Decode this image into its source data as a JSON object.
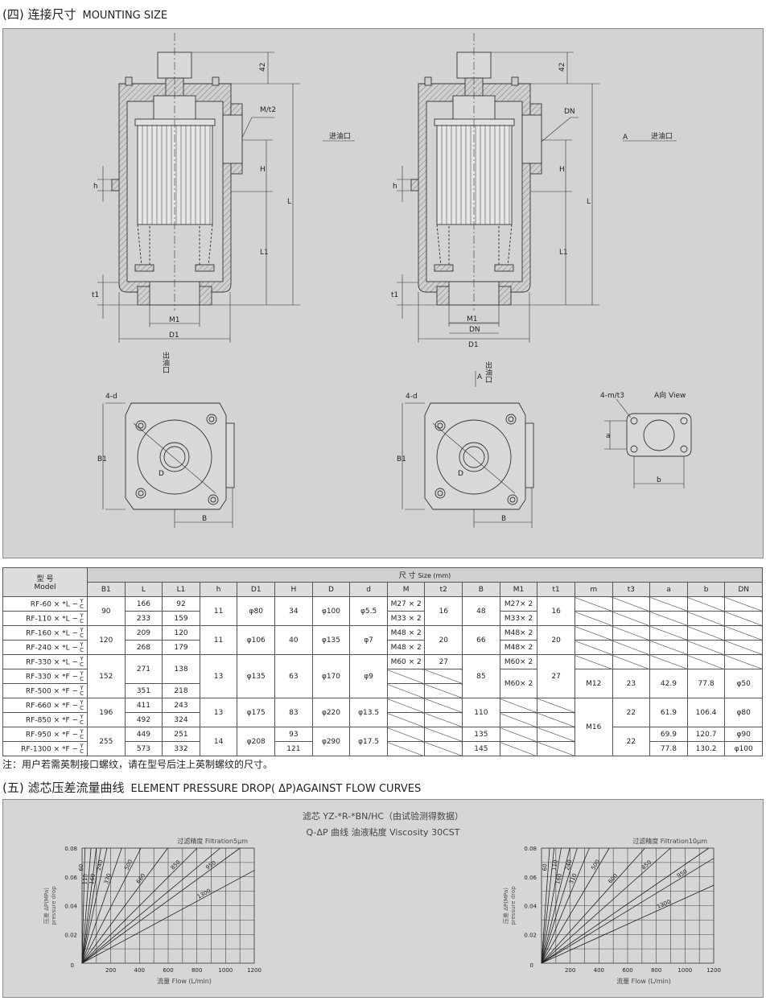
{
  "section4": {
    "title": "(四) 连接尺寸",
    "title_en": "MOUNTING SIZE"
  },
  "drawing": {
    "dim_42": "42",
    "M_t2": "M/t2",
    "DN": "DN",
    "inlet": "进油口",
    "outlet": "出油口",
    "H": "H",
    "L": "L",
    "L1": "L1",
    "h": "h",
    "t1": "t1",
    "M1": "M1",
    "D1": "D1",
    "A": "A",
    "four_d": "4-d",
    "B1": "B1",
    "B": "B",
    "D": "D",
    "four_m_t3": "4-m/t3",
    "a_view": "A向 View",
    "a": "a",
    "b": "b"
  },
  "table": {
    "model_cn": "型 号",
    "model_en": "Model",
    "size_cn": "尺 寸",
    "size_en": "Size (mm)",
    "columns": [
      "B1",
      "L",
      "L1",
      "h",
      "D1",
      "H",
      "D",
      "d",
      "M",
      "t2",
      "B",
      "M1",
      "t1",
      "m",
      "t3",
      "a",
      "b",
      "DN"
    ],
    "rows": [
      {
        "model": "RF-60 × *L −",
        "cells": [
          [
            "90",
            2
          ],
          "166",
          "92",
          [
            "11",
            2
          ],
          [
            "φ80",
            2
          ],
          [
            "34",
            2
          ],
          [
            "φ100",
            2
          ],
          [
            "φ5.5",
            2
          ],
          "M27 × 2",
          [
            "16",
            2
          ],
          [
            "48",
            2
          ],
          "M27× 2",
          [
            "16",
            2
          ],
          "/",
          "/",
          "/",
          "/",
          "/"
        ]
      },
      {
        "model": "RF-110 × *L −",
        "cells": [
          "233",
          "159",
          "M33 × 2",
          "M33× 2",
          "/",
          "/",
          "/",
          "/",
          "/"
        ]
      },
      {
        "model": "RF-160 × *L −",
        "cells": [
          [
            "120",
            2
          ],
          "209",
          "120",
          [
            "11",
            2
          ],
          [
            "φ106",
            2
          ],
          [
            "40",
            2
          ],
          [
            "φ135",
            2
          ],
          [
            "φ7",
            2
          ],
          "M48 × 2",
          [
            "20",
            2
          ],
          [
            "66",
            2
          ],
          "M48× 2",
          [
            "20",
            2
          ],
          "/",
          "/",
          "/",
          "/",
          "/"
        ]
      },
      {
        "model": "RF-240 × *L −",
        "cells": [
          "268",
          "179",
          "M48 × 2",
          "M48× 2",
          "/",
          "/",
          "/",
          "/",
          "/"
        ]
      },
      {
        "model": "RF-330 × *L −",
        "cells": [
          [
            "152",
            3
          ],
          [
            "271",
            2
          ],
          [
            "138",
            2
          ],
          [
            "13",
            3
          ],
          [
            "φ135",
            3
          ],
          [
            "63",
            3
          ],
          [
            "φ170",
            3
          ],
          [
            "φ9",
            3
          ],
          "M60 × 2",
          "27",
          [
            "85",
            3
          ],
          "M60× 2",
          [
            "27",
            3
          ],
          "/",
          "/",
          "/",
          "/",
          "/"
        ]
      },
      {
        "model": "RF-330 × *F −",
        "cells": [
          "/",
          "/",
          [
            "M60× 2",
            2
          ],
          [
            "M12",
            2
          ],
          [
            "23",
            2
          ],
          [
            "42.9",
            2
          ],
          [
            "77.8",
            2
          ],
          [
            "φ50",
            2
          ]
        ]
      },
      {
        "model": "RF-500 × *F −",
        "cells": [
          "351",
          "218",
          "/",
          "/"
        ]
      },
      {
        "model": "RF-660 × *F −",
        "cells": [
          [
            "196",
            2
          ],
          "411",
          "243",
          [
            "13",
            2
          ],
          [
            "φ175",
            2
          ],
          [
            "83",
            2
          ],
          [
            "φ220",
            2
          ],
          [
            "φ13.5",
            2
          ],
          "/",
          "/",
          [
            "110",
            2
          ],
          "/",
          "/",
          [
            "M16",
            4
          ],
          [
            "22",
            2
          ],
          [
            "61.9",
            2
          ],
          [
            "106.4",
            2
          ],
          [
            "φ80",
            2
          ]
        ]
      },
      {
        "model": "RF-850 × *F −",
        "cells": [
          "492",
          "324",
          "/",
          "/",
          "/",
          "/"
        ]
      },
      {
        "model": "RF-950 × *F −",
        "cells": [
          [
            "255",
            2
          ],
          "449",
          "251",
          [
            "14",
            2
          ],
          [
            "φ208",
            2
          ],
          "93",
          [
            "φ290",
            2
          ],
          [
            "φ17.5",
            2
          ],
          "/",
          "/",
          "135",
          "/",
          "/",
          [
            "22",
            2
          ],
          "69.9",
          "120.7",
          "φ90"
        ]
      },
      {
        "model": "RF-1300 × *F −",
        "cells": [
          "573",
          "332",
          "121",
          "/",
          "/",
          "145",
          "/",
          "/",
          "77.8",
          "130.2",
          "φ100"
        ]
      }
    ],
    "suffix_top": "Y",
    "suffix_bottom": "C"
  },
  "note": "注：用户若需英制接口螺纹，请在型号后注上英制螺纹的尺寸。",
  "section5": {
    "title": "(五) 滤芯压差流量曲线",
    "title_en": "ELEMENT PRESSURE DROP( ΔP)AGAINST FLOW CURVES"
  },
  "chart_header": {
    "line1": "滤芯 YZ-*R-*BN/HC（由试验测得数据）",
    "line2": "Q-ΔP 曲线 油液粘度 Viscosity 30CST"
  },
  "chart_data": [
    {
      "type": "line",
      "title": "过滤精度 Filtration5μm",
      "xlabel": "流量 Flow (L/min)",
      "ylabel": "压差 ΔP(MPa)",
      "ylabel2": "pressure drop",
      "xlim": [
        0,
        1200
      ],
      "ylim": [
        0,
        0.08
      ],
      "xticks": [
        "0",
        "200",
        "400",
        "600",
        "800",
        "1000",
        "1200"
      ],
      "yticks": [
        "0",
        "0.02",
        "0.04",
        "0.06",
        "0.08"
      ],
      "grid": true,
      "series": [
        {
          "name": "60",
          "flow_at_0.08": 20
        },
        {
          "name": "110",
          "flow_at_0.08": 62
        },
        {
          "name": "",
          "flow_at_0.08": 99
        },
        {
          "name": "160",
          "flow_at_0.08": 131
        },
        {
          "name": "240",
          "flow_at_0.08": 173
        },
        {
          "name": "330",
          "flow_at_0.08": 276
        },
        {
          "name": "500",
          "flow_at_0.08": 410
        },
        {
          "name": "660",
          "flow_at_0.08": 597
        },
        {
          "name": "850",
          "flow_at_0.08": 802
        },
        {
          "name": "",
          "flow_at_0.08": 963
        },
        {
          "name": "950",
          "flow_at_0.08": 1101
        },
        {
          "name": "1300",
          "flow_at_0.08": 1488
        }
      ]
    },
    {
      "type": "line",
      "title": "过滤精度 Filtration10μm",
      "xlabel": "流量 Flow (L/min)",
      "ylabel": "压差 ΔP(MPa)",
      "ylabel2": "pressure drop",
      "xlim": [
        0,
        1200
      ],
      "ylim": [
        0,
        0.08
      ],
      "xticks": [
        "0",
        "200",
        "400",
        "600",
        "800",
        "1000",
        "1200"
      ],
      "yticks": [
        "0",
        "0.02",
        "0.04",
        "0.06",
        "0.08"
      ],
      "grid": true,
      "series": [
        {
          "name": "60",
          "flow_at_0.08": 56
        },
        {
          "name": "",
          "flow_at_0.08": 88
        },
        {
          "name": "110",
          "flow_at_0.08": 137
        },
        {
          "name": "160",
          "flow_at_0.08": 197
        },
        {
          "name": "240",
          "flow_at_0.08": 249
        },
        {
          "name": "310",
          "flow_at_0.08": 333
        },
        {
          "name": "500",
          "flow_at_0.08": 472
        },
        {
          "name": "600",
          "flow_at_0.08": 721
        },
        {
          "name": "850",
          "flow_at_0.08": 899
        },
        {
          "name": "",
          "flow_at_0.08": 1166
        },
        {
          "name": "950",
          "flow_at_0.08": 1317
        },
        {
          "name": "1300",
          "flow_at_0.08": 1771
        }
      ]
    }
  ]
}
